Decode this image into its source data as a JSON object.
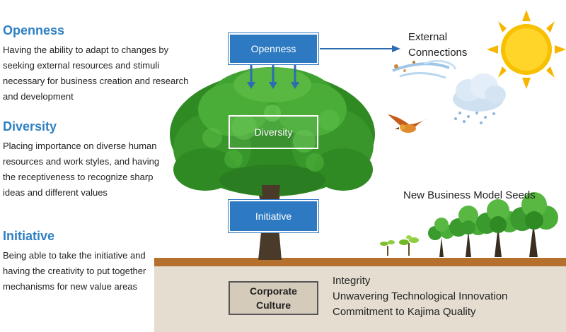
{
  "sections": [
    {
      "title": "Openness",
      "body": "Having the ability to adapt to changes by seeking external resources and stimuli necessary for business creation and research and development"
    },
    {
      "title": "Diversity",
      "body": "Placing importance on diverse human resources and work styles, and having the receptiveness to recognize sharp ideas and different values"
    },
    {
      "title": "Initiative",
      "body": "Being able to take the initiative and having the creativity to put together mechanisms for new value areas"
    }
  ],
  "diagram": {
    "openness_box": "Openness",
    "diversity_box": "Diversity",
    "initiative_box": "Initiative",
    "external_line1": "External",
    "external_line2": "Connections",
    "seeds_label": "New Business Model Seeds",
    "culture_box_line1": "Corporate",
    "culture_box_line2": "Culture",
    "culture_items": [
      "Integrity",
      "Unwavering Technological Innovation",
      "Commitment to Kajima Quality"
    ]
  },
  "colors": {
    "title_blue": "#2e7fc2",
    "box_blue": "#2e7ac2",
    "ground_brown": "#b5702e",
    "soil_beige": "#e4ddd0",
    "foliage_green": "#3a9a2e"
  },
  "icons": [
    "sun-icon",
    "cloud-icon",
    "wind-icon",
    "bird-icon",
    "tree-illustration",
    "seedling-icon"
  ]
}
